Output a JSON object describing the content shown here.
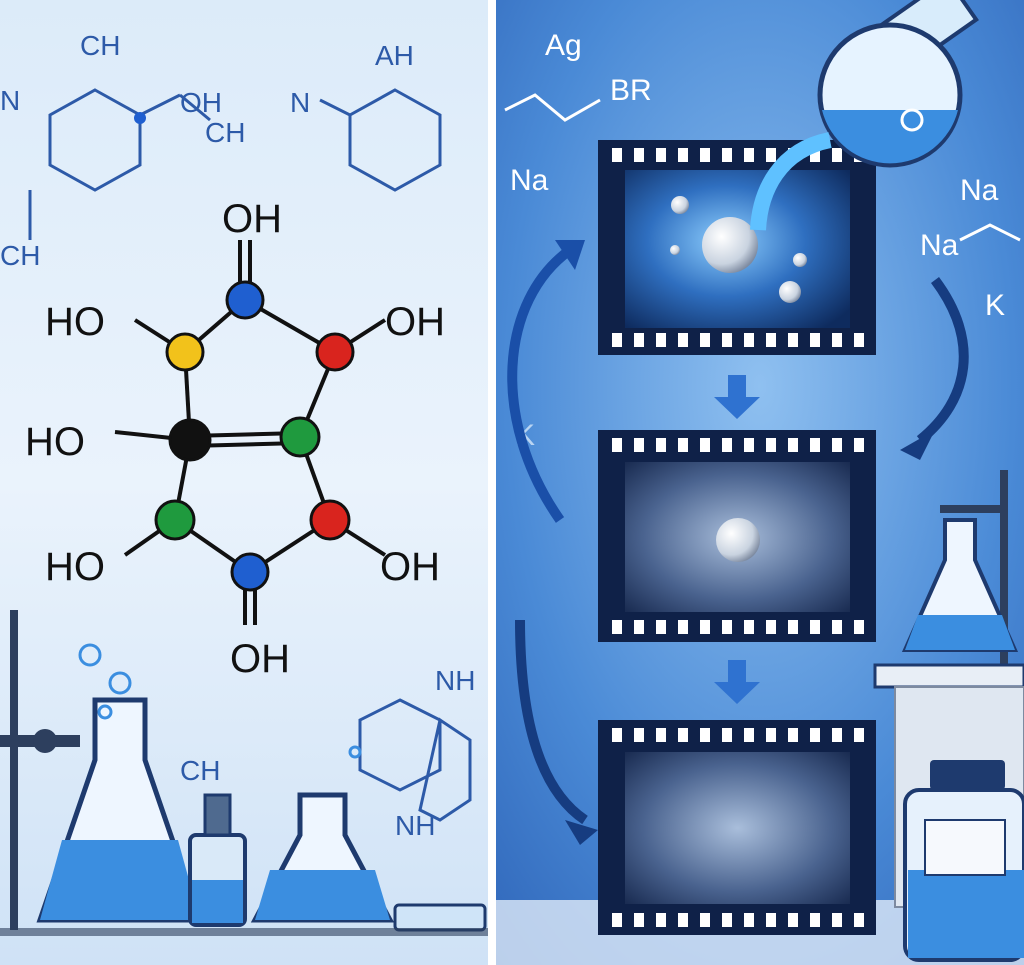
{
  "colors": {
    "left_bg": "#e4f0fb",
    "right_bg": "#3f7fcf",
    "bond": "#111111",
    "atom_blue": "#1f5fd0",
    "atom_yellow": "#f2c21b",
    "atom_red": "#d9241e",
    "atom_black": "#111111",
    "atom_green": "#1f9a3e",
    "film": "#10234a",
    "liquid": "#3b8ee0",
    "arrow": "#1a4fa8"
  },
  "left_panel": {
    "molecule_labels": [
      "OH",
      "HO",
      "OH",
      "HO",
      "HO",
      "OH",
      "OH"
    ],
    "background_labels": [
      "CH",
      "OH",
      "N",
      "CH",
      "CH",
      "AH",
      "N",
      "CH",
      "NH",
      "NH"
    ]
  },
  "right_panel": {
    "labels": [
      "Ag",
      "BR",
      "Na",
      "Na",
      "Na",
      "K",
      "K"
    ],
    "film_frames": [
      "particle-with-bubbles",
      "particle-in-cloud",
      "cloud-only"
    ]
  }
}
